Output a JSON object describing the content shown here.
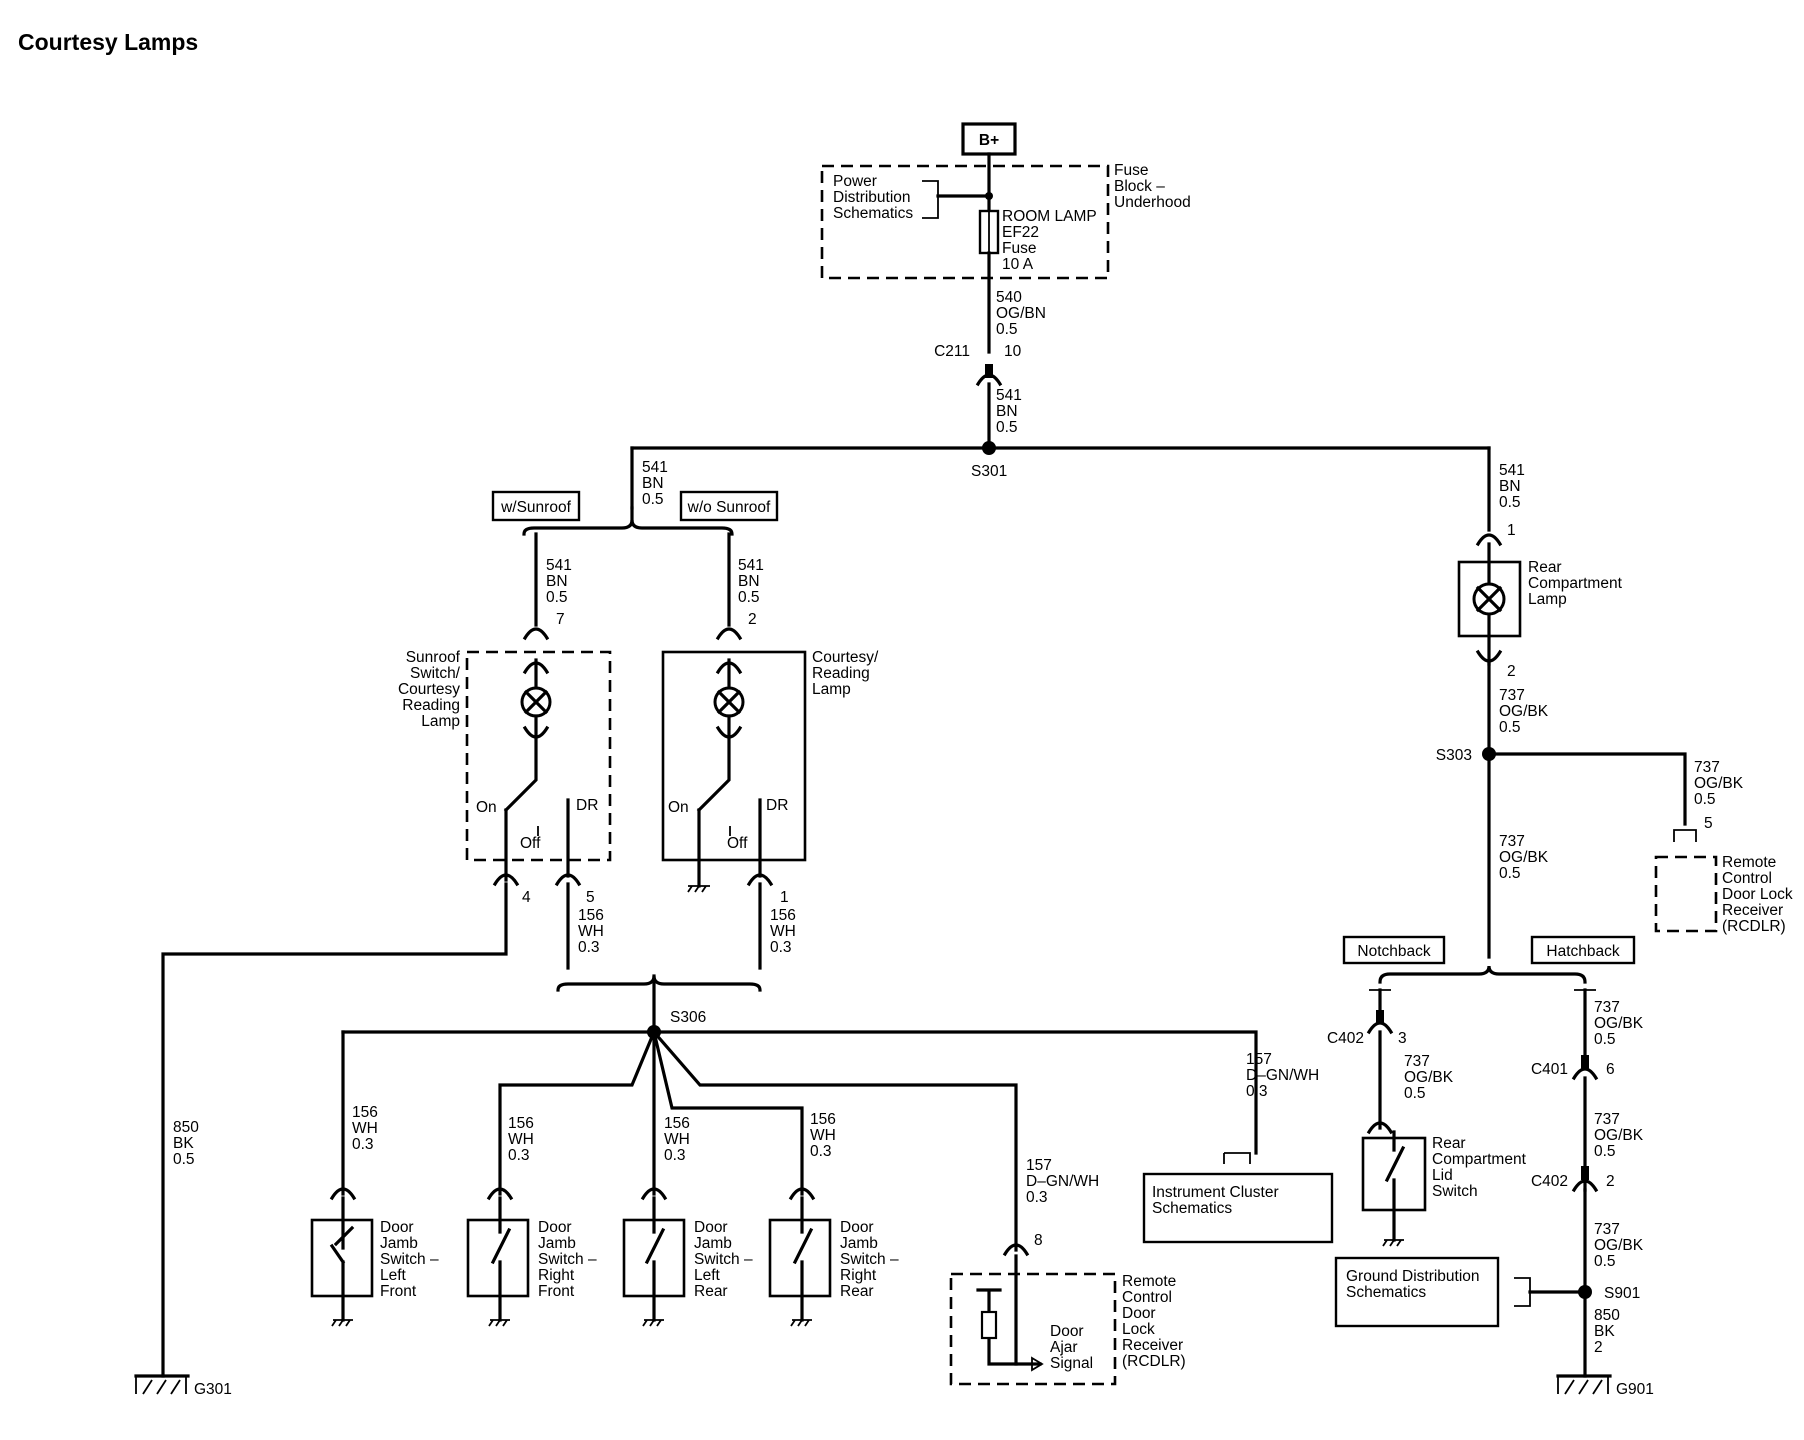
{
  "title": "Courtesy Lamps",
  "power": {
    "battery": "B+",
    "power_dist": [
      "Power",
      "Distribution",
      "Schematics"
    ],
    "fuse_block": [
      "Fuse",
      "Block –",
      "Underhood"
    ],
    "fuse": [
      "ROOM LAMP",
      "EF22",
      "Fuse",
      "10 A"
    ]
  },
  "wires": {
    "w540": [
      "540",
      "OG/BN",
      "0.5"
    ],
    "w541_main": [
      "541",
      "BN",
      "0.5"
    ],
    "w541_left": [
      "541",
      "BN",
      "0.5"
    ],
    "w541_right": [
      "541",
      "BN",
      "0.5"
    ],
    "w541_sun": [
      "541",
      "BN",
      "0.5"
    ],
    "w541_nosun": [
      "541",
      "BN",
      "0.5"
    ],
    "w737_a": [
      "737",
      "OG/BK",
      "0.5"
    ],
    "w737_b": [
      "737",
      "OG/BK",
      "0.5"
    ],
    "w737_c": [
      "737",
      "OG/BK",
      "0.5"
    ],
    "w737_d": [
      "737",
      "OG/BK",
      "0.5"
    ],
    "w737_e": [
      "737",
      "OG/BK",
      "0.5"
    ],
    "w737_f": [
      "737",
      "OG/BK",
      "0.5"
    ],
    "w737_g": [
      "737",
      "OG/BK",
      "0.5"
    ],
    "w156_sun": [
      "156",
      "WH",
      "0.3"
    ],
    "w156_nosun": [
      "156",
      "WH",
      "0.3"
    ],
    "w156_lf": [
      "156",
      "WH",
      "0.3"
    ],
    "w156_rf": [
      "156",
      "WH",
      "0.3"
    ],
    "w156_lr": [
      "156",
      "WH",
      "0.3"
    ],
    "w156_rr": [
      "156",
      "WH",
      "0.3"
    ],
    "w157_rcdlr": [
      "157",
      "D–GN/WH",
      "0.3"
    ],
    "w157_ic": [
      "157",
      "D–GN/WH",
      "0.3"
    ],
    "w850_left": [
      "850",
      "BK",
      "0.5"
    ],
    "w850_right": [
      "850",
      "BK",
      "2"
    ]
  },
  "connectors": {
    "c211": "C211",
    "c211_pin": "10",
    "c402_a": "C402",
    "c402_a_pin": "3",
    "c401": "C401",
    "c401_pin": "6",
    "c402_b": "C402",
    "c402_b_pin": "2"
  },
  "splices": {
    "s301": "S301",
    "s303": "S303",
    "s306": "S306",
    "s901": "S901"
  },
  "grounds": {
    "g301": "G301",
    "g901": "G901"
  },
  "options": {
    "sunroof": "w/Sunroof",
    "no_sunroof": "w/o Sunroof",
    "notchback": "Notchback",
    "hatchback": "Hatchback"
  },
  "components": {
    "sunroof_lamp": [
      "Sunroof",
      "Switch/",
      "Courtesy",
      "Reading",
      "Lamp"
    ],
    "courtesy_lamp": [
      "Courtesy/",
      "Reading",
      "Lamp"
    ],
    "rear_lamp": [
      "Rear",
      "Compartment",
      "Lamp"
    ],
    "rcdlr_top": [
      "Remote",
      "Control",
      "Door Lock",
      "Receiver",
      "(RCDLR)"
    ],
    "rcdlr_bottom": [
      "Remote",
      "Control",
      "Door",
      "Lock",
      "Receiver",
      "(RCDLR)"
    ],
    "door_ajar": [
      "Door",
      "Ajar",
      "Signal"
    ],
    "lid_switch": [
      "Rear",
      "Compartment",
      "Lid",
      "Switch"
    ],
    "instrument_cluster": [
      "Instrument Cluster",
      "Schematics"
    ],
    "ground_dist": [
      "Ground Distribution",
      "Schematics"
    ],
    "jamb_lf": [
      "Door",
      "Jamb",
      "Switch –",
      "Left",
      "Front"
    ],
    "jamb_rf": [
      "Door",
      "Jamb",
      "Switch –",
      "Right",
      "Front"
    ],
    "jamb_lr": [
      "Door",
      "Jamb",
      "Switch –",
      "Left",
      "Rear"
    ],
    "jamb_rr": [
      "Door",
      "Jamb",
      "Switch –",
      "Right",
      "Rear"
    ]
  },
  "pins": {
    "sun_in": "7",
    "sun_out4": "4",
    "sun_out5": "5",
    "nosun_in": "2",
    "nosun_out": "1",
    "rear_lamp_in": "1",
    "rear_lamp_out": "2",
    "rcdlr_top": "5",
    "rcdlr_bottom": "8"
  },
  "switch_labels": {
    "sun_on": "On",
    "sun_off": "Off",
    "sun_dr": "DR",
    "nosun_on": "On",
    "nosun_off": "Off",
    "nosun_dr": "DR"
  }
}
